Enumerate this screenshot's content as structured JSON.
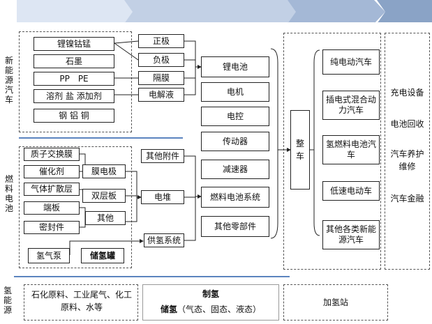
{
  "colors": {
    "banner": [
      "#dde6f3",
      "#c2d0e5",
      "#a4b8d6",
      "#8aa3c6",
      "#7390b6"
    ],
    "divider": "#5b84bf",
    "border": "#222222"
  },
  "sections": {
    "nev": "新能源汽车",
    "fuel": "燃料电池",
    "h2": "氢能源"
  },
  "nev_materials": [
    "锂镍钴锰",
    "石墨",
    "PP　PE",
    "溶剂 盐 添加剂",
    "钢 铝 铜"
  ],
  "battery_parts": [
    "正极",
    "负极",
    "隔膜",
    "电解液"
  ],
  "fuel_materials": [
    "质子交换膜",
    "催化剂",
    "气体扩散层",
    "端板",
    "密封件"
  ],
  "fuel_mid": [
    "膜电极",
    "双层板",
    "其他"
  ],
  "fuel_parts": [
    "其他附件",
    "电堆",
    "供氢系统"
  ],
  "h2_devices": [
    "氢气泵",
    "储氢罐"
  ],
  "components": [
    "锂电池",
    "电机",
    "电控",
    "传动器",
    "减速器",
    "燃料电池系统",
    "其他零部件"
  ],
  "vehicle": "整车",
  "vehicle_types": [
    "纯电动汽车",
    "插电式混合动力汽车",
    "氢燃料电池汽车",
    "低速电动车",
    "其他各类新能源汽车"
  ],
  "services": [
    "充电设备",
    "电池回收",
    "汽车养护维修",
    "汽车金融"
  ],
  "h2_chain": {
    "source": "石化原料、工业尾气、化工原料、水等",
    "produce": "制氢",
    "storage": "储氢",
    "storage_note": "（气态、固态、液态）",
    "station": "加氢站"
  }
}
